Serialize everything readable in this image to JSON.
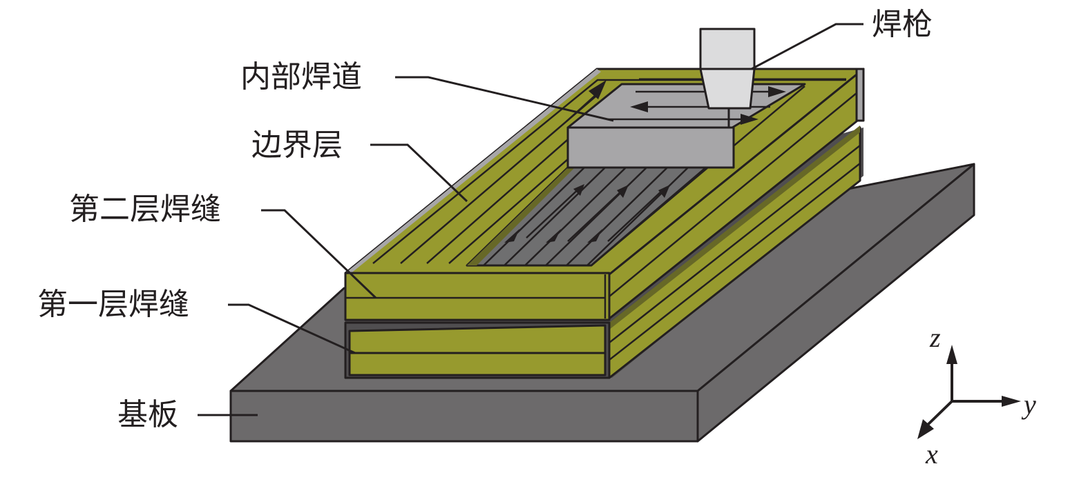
{
  "figure": {
    "labels": {
      "torch": "焊枪",
      "inner_bead": "内部焊道",
      "boundary_layer": "边界层",
      "second_layer_weld": "第二层焊缝",
      "first_layer_weld": "第一层焊缝",
      "substrate": "基板"
    },
    "axes": {
      "x": "x",
      "y": "y",
      "z": "z"
    },
    "colors": {
      "weld_bead": "#979a2e",
      "weld_bead_shadow": "#676827",
      "substrate_top": "#6e6c6d",
      "substrate_side": "#6c6a6b",
      "inner_fill_dark": "#6f6f70",
      "inner_fill_light": "#a7a6a8",
      "torch": "#dcdcdd",
      "outline": "#231f20"
    }
  }
}
